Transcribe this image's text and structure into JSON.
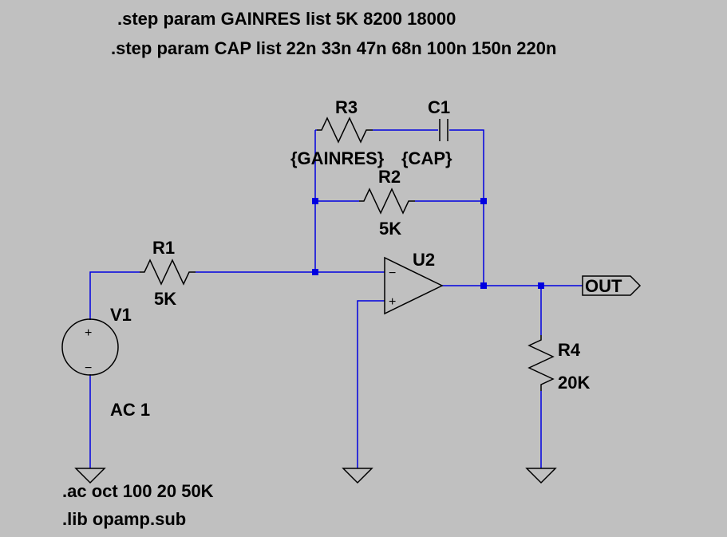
{
  "directives": {
    "step_gainres": ".step param GAINRES list 5K 8200 18000",
    "step_cap": ".step param CAP  list 22n 33n 47n 68n 100n 150n 220n",
    "ac": ".ac oct 100 20 50K",
    "lib": ".lib opamp.sub"
  },
  "components": {
    "r1": {
      "name": "R1",
      "value": "5K"
    },
    "r2": {
      "name": "R2",
      "value": "5K"
    },
    "r3": {
      "name": "R3",
      "value": "{GAINRES}"
    },
    "c1": {
      "name": "C1",
      "value": "{CAP}"
    },
    "r4": {
      "name": "R4",
      "value": "20K"
    },
    "v1": {
      "name": "V1",
      "value": "AC 1"
    },
    "u2": {
      "name": "U2"
    }
  },
  "opamp_pins": {
    "inverting": "−",
    "noninverting": "+"
  },
  "source_pins": {
    "plus": "+",
    "minus": "−"
  },
  "net_labels": {
    "out": "OUT"
  },
  "colors": {
    "background": "#c0c0c0",
    "wire": "#0000e0",
    "component": "#000000"
  }
}
